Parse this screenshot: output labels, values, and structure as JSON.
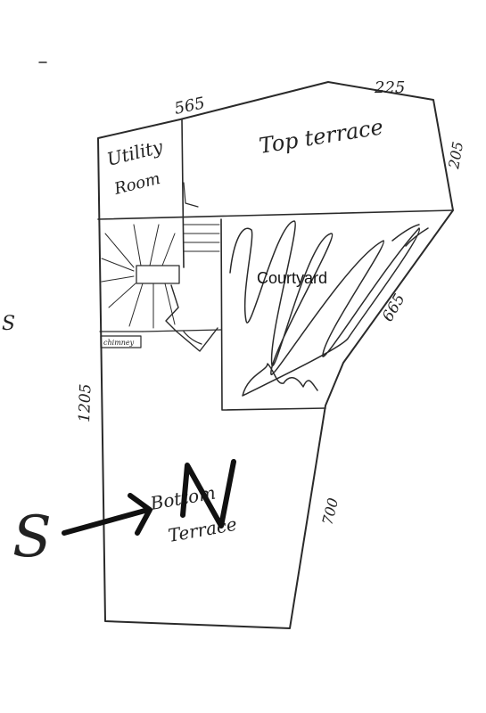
{
  "rooms": {
    "utility_line1": "Utility",
    "utility_line2": "Room",
    "top_terrace": "Top terrace",
    "courtyard": "Courtyard",
    "chimney": "chimney",
    "bottom_line1": "Bottom",
    "bottom_line2": "Terrace"
  },
  "dimensions": {
    "top_left": "565",
    "top_right": "225",
    "right_upper": "205",
    "courtyard_diag": "665",
    "left_side": "1205",
    "bottom_right": "700"
  },
  "compass": {
    "south": "S",
    "north": "N",
    "edge_mark": "S"
  }
}
